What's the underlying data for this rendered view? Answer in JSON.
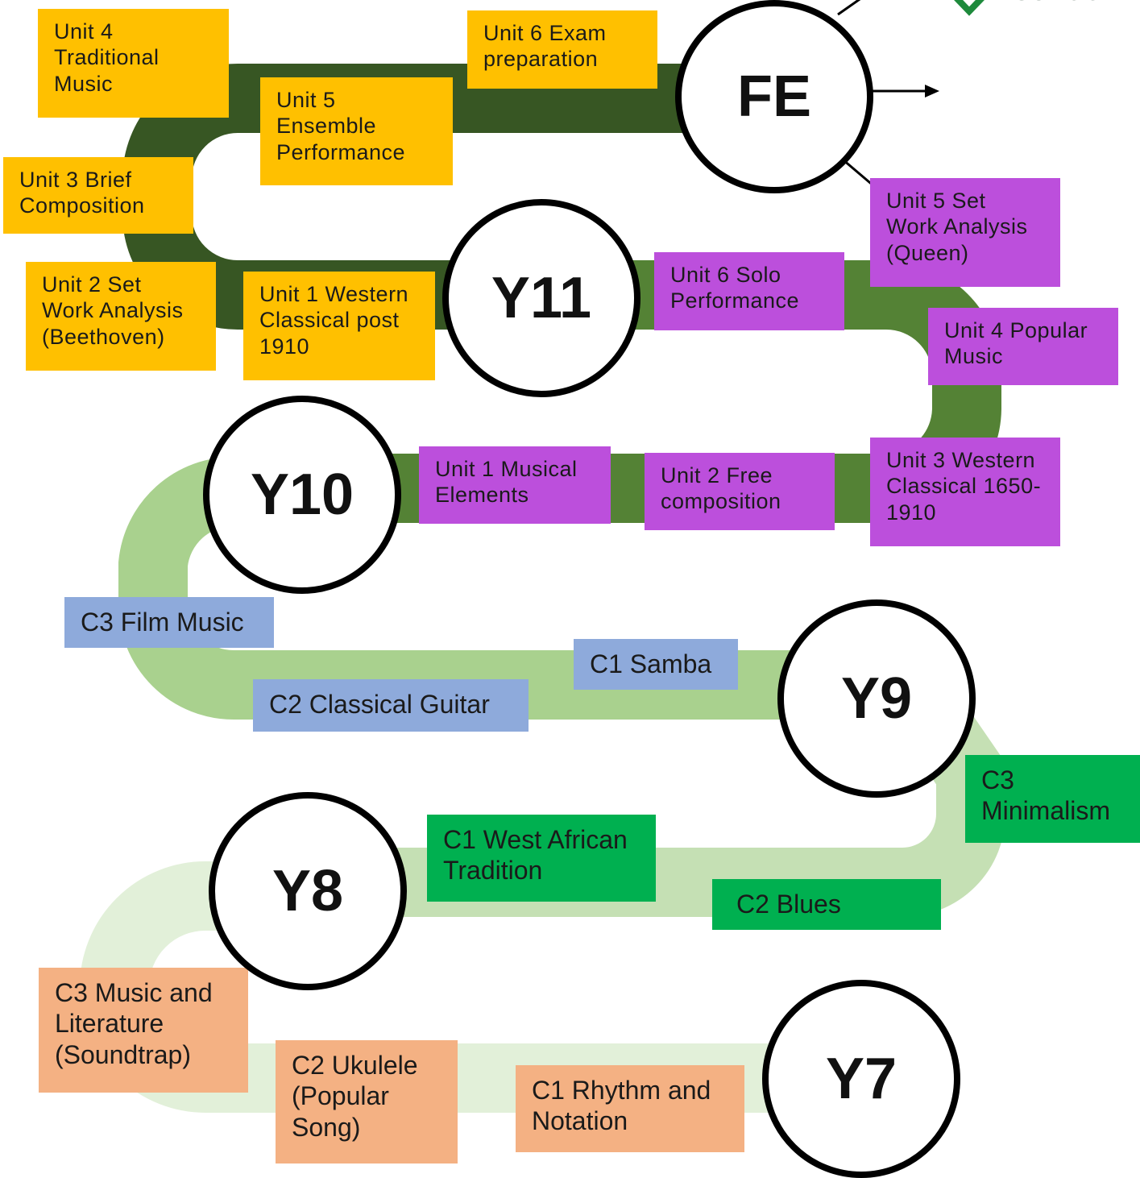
{
  "stops": {
    "fe": "FE",
    "y11": "Y11",
    "y10": "Y10",
    "y9": "Y9",
    "y8": "Y8",
    "y7": "Y7"
  },
  "logo": {
    "text": "SCHOOL"
  },
  "year11_units": {
    "u1": "Unit 1 Western\nClassical post\n1910",
    "u2": "Unit 2 Set\nWork Analysis\n(Beethoven)",
    "u3": "Unit 3 Brief\nComposition",
    "u4": "Unit 4\nTraditional\nMusic",
    "u5": "Unit 5\nEnsemble\nPerformance",
    "u6": "Unit 6 Exam\npreparation"
  },
  "year10_units": {
    "u1": "Unit 1 Musical\nElements",
    "u2": "Unit 2 Free\ncomposition",
    "u3": "Unit 3 Western\nClassical 1650-\n1910",
    "u4": "Unit 4 Popular\nMusic",
    "u5": "Unit 5 Set\nWork Analysis\n(Queen)",
    "u6": "Unit 6 Solo\nPerformance"
  },
  "year9_topics": {
    "c1": "C1 Samba",
    "c2": "C2 Classical Guitar",
    "c3": "C3 Film Music"
  },
  "year8_topics": {
    "c1": "C1 West African\nTradition",
    "c2": "C2 Blues",
    "c3": "C3\nMinimalism"
  },
  "year7_topics": {
    "c1": "C1 Rhythm and\nNotation",
    "c2": "C2 Ukulele\n(Popular\nSong)",
    "c3": "C3 Music and\nLiterature\n(Soundtrap)"
  },
  "colors": {
    "road_y11": "#375623",
    "road_y10": "#548235",
    "road_y9": "#a9d18e",
    "road_y8": "#c5e0b4",
    "road_y7": "#e2f0d9",
    "box_y11": "#ffc000",
    "box_y10": "#bc4fdc",
    "box_y9": "#8eaadb",
    "box_y8": "#00b050",
    "box_y7": "#f4b183"
  }
}
